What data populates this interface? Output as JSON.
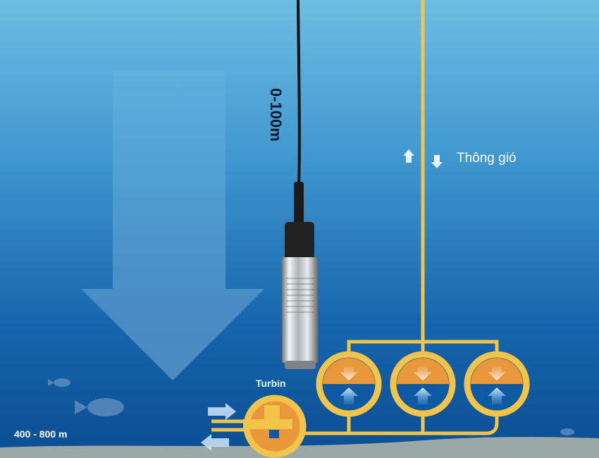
{
  "labels": {
    "depth_range": "0-100m",
    "ventilation": "Thông gió",
    "turbine": "Turbin",
    "seabed_depth": "400 - 800 m"
  },
  "colors": {
    "water_top": "#6dbde2",
    "water_bottom": "#0b4d92",
    "pipe": "#f2c54a",
    "chamber": "#e8973a",
    "seabed": "#9aa9a8"
  },
  "icons": [
    "down-arrow-icon",
    "up-arrow-icon",
    "pressure-sensor",
    "fish-icon"
  ]
}
